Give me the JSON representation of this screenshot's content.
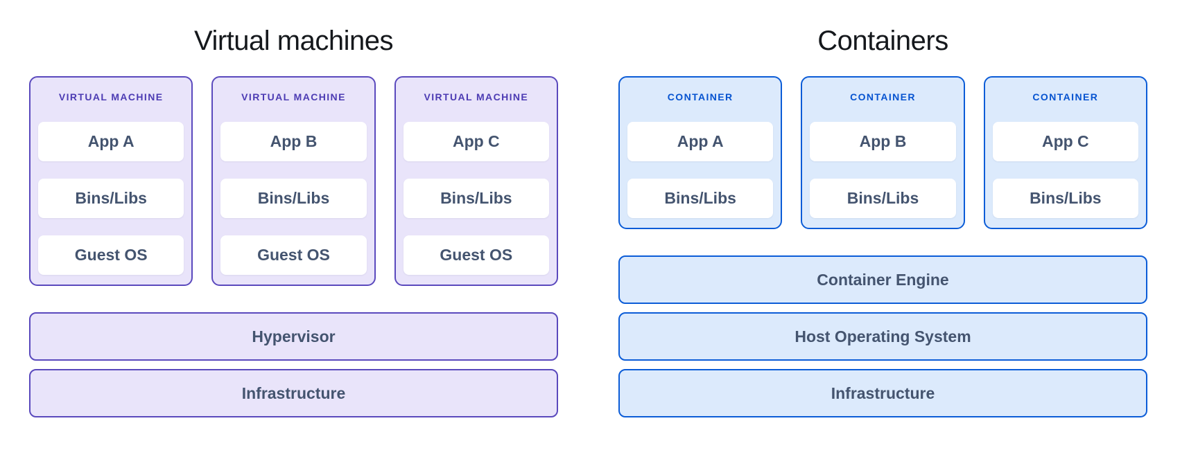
{
  "colors": {
    "vm_fill": "#e9e4fa",
    "vm_border": "#5a49bd",
    "vm_header_text": "#4c3bb3",
    "container_fill": "#dceafc",
    "container_border": "#0b5cd7",
    "container_header_text": "#0653d0",
    "body_text": "#44546f",
    "title_text": "#15181c",
    "inner_box_fill": "#ffffff"
  },
  "left": {
    "title": "Virtual machines",
    "cards": [
      {
        "header": "VIRTUAL MACHINE",
        "boxes": [
          "App A",
          "Bins/Libs",
          "Guest OS"
        ]
      },
      {
        "header": "VIRTUAL MACHINE",
        "boxes": [
          "App B",
          "Bins/Libs",
          "Guest OS"
        ]
      },
      {
        "header": "VIRTUAL MACHINE",
        "boxes": [
          "App C",
          "Bins/Libs",
          "Guest OS"
        ]
      }
    ],
    "bars": [
      "Hypervisor",
      "Infrastructure"
    ]
  },
  "right": {
    "title": "Containers",
    "cards": [
      {
        "header": "CONTAINER",
        "boxes": [
          "App A",
          "Bins/Libs"
        ]
      },
      {
        "header": "CONTAINER",
        "boxes": [
          "App B",
          "Bins/Libs"
        ]
      },
      {
        "header": "CONTAINER",
        "boxes": [
          "App C",
          "Bins/Libs"
        ]
      }
    ],
    "bars": [
      "Container Engine",
      "Host Operating System",
      "Infrastructure"
    ]
  }
}
